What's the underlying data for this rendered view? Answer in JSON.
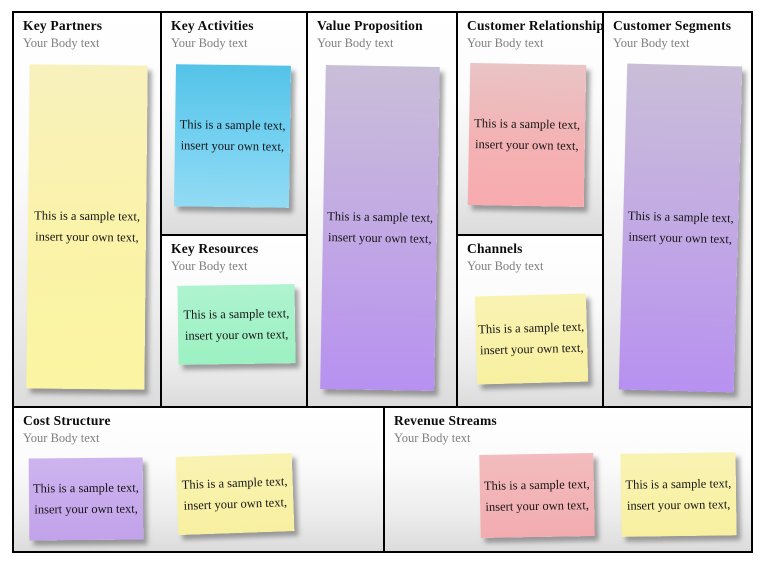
{
  "note_colors": {
    "yellow": "#F9F2A6",
    "blue": "#6FCFF0",
    "purple": "#BC97EE",
    "pink": "#F5AFB2",
    "green": "#9DF1C3",
    "purple_small": "#C6A9EC",
    "pink_small": "#F2AEB1",
    "yellow_small": "#F8F1A6"
  },
  "grid_color": "#000000",
  "sections": {
    "key_partners": {
      "title": "Key Partners",
      "subtitle": "Your Body text",
      "notes": [
        {
          "text": "This is a sample text, insert your own text,",
          "color": "#F9F2A6"
        }
      ]
    },
    "key_activities": {
      "title": "Key Activities",
      "subtitle": "Your Body text",
      "notes": [
        {
          "text": "This is a sample text, insert your own text,",
          "color": "#6FCFF0"
        }
      ]
    },
    "key_resources": {
      "title": "Key Resources",
      "subtitle": "Your Body text",
      "notes": [
        {
          "text": "This is a sample text, insert your own text,",
          "color": "#9DF1C3"
        }
      ]
    },
    "value_proposition": {
      "title": "Value Proposition",
      "subtitle": "Your Body text",
      "notes": [
        {
          "text": "This is a sample text, insert your own text,",
          "color": "#BC97EE"
        }
      ]
    },
    "customer_relationship": {
      "title": "Customer Relationship",
      "subtitle": "Your Body text",
      "notes": [
        {
          "text": "This is a sample text, insert your own text,",
          "color": "#F5AFB2"
        }
      ]
    },
    "channels": {
      "title": "Channels",
      "subtitle": "Your Body text",
      "notes": [
        {
          "text": "This is a sample text, insert your own text,",
          "color": "#F8F1A6"
        }
      ]
    },
    "customer_segments": {
      "title": "Customer Segments",
      "subtitle": "Your Body text",
      "notes": [
        {
          "text": "This is a sample text, insert your own text,",
          "color": "#BC97EE"
        }
      ]
    },
    "cost_structure": {
      "title": "Cost Structure",
      "subtitle": "Your Body text",
      "notes": [
        {
          "text": "This is a sample text, insert your own text,",
          "color": "#C6A9EC"
        },
        {
          "text": "This is a sample text, insert your own text,",
          "color": "#F8F1A6"
        }
      ]
    },
    "revenue_streams": {
      "title": "Revenue Streams",
      "subtitle": "Your Body text",
      "notes": [
        {
          "text": "This is a sample text, insert your own text,",
          "color": "#F2AEB1"
        },
        {
          "text": "This is a sample text, insert your own text,",
          "color": "#F8F1A6"
        }
      ]
    }
  }
}
